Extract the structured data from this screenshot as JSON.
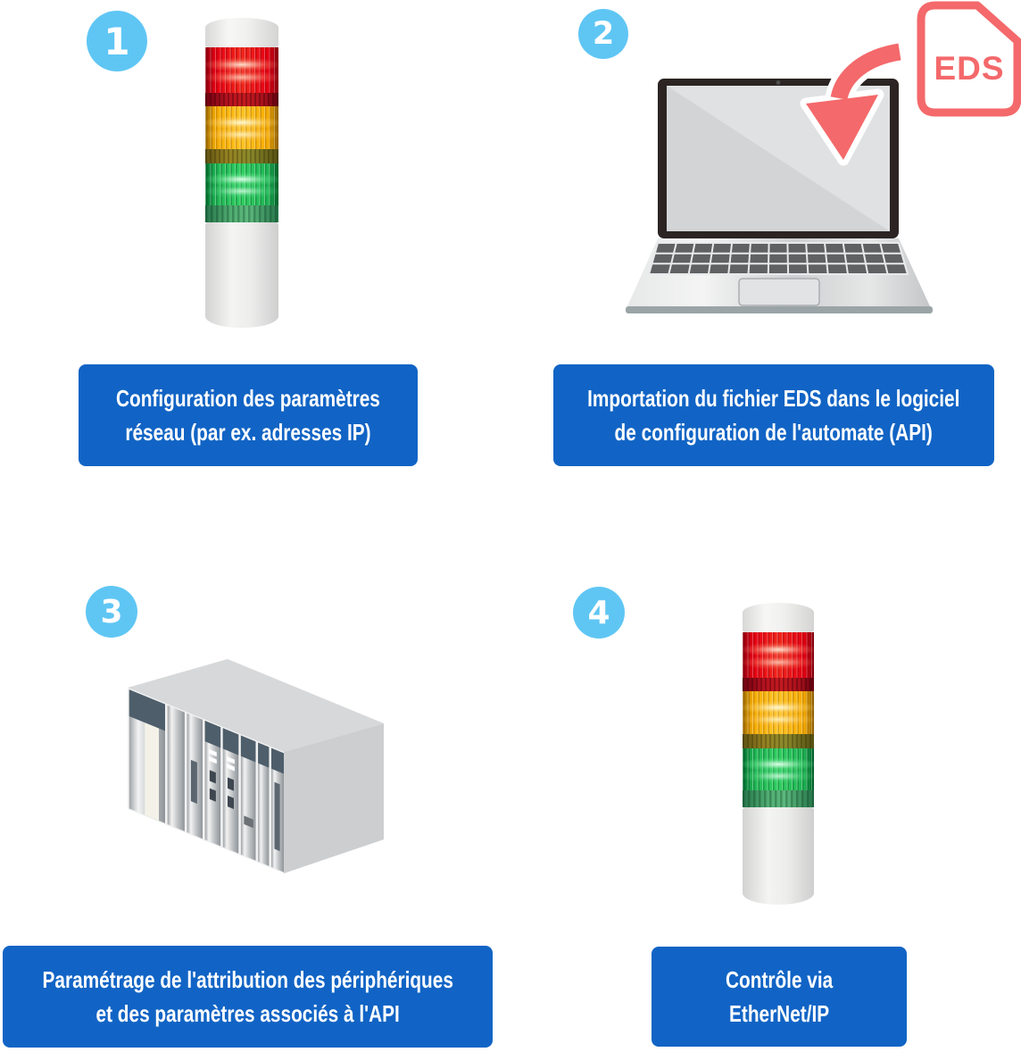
{
  "steps": [
    {
      "number": "1",
      "caption_line1": "Configuration des paramètres",
      "caption_line2": "réseau (par ex. adresses IP)",
      "icon": "signal-tower"
    },
    {
      "number": "2",
      "caption_line1": "Importation du fichier EDS dans le logiciel",
      "caption_line2": "de configuration de l'automate (API)",
      "icon": "laptop-with-eds-file-and-arrow"
    },
    {
      "number": "3",
      "caption_line1": "Paramétrage de l'attribution des périphériques",
      "caption_line2": "et des paramètres associés à l'API",
      "icon": "plc-rack"
    },
    {
      "number": "4",
      "caption_line1": "Contrôle via",
      "caption_line2": "EtherNet/IP",
      "icon": "signal-tower"
    }
  ],
  "eds_file": {
    "label": "EDS"
  },
  "colors": {
    "caption_bg": "#1164c5",
    "badge": "#5fc6f4",
    "coral": "#f4696b",
    "tower_red": "#e60012",
    "tower_amber": "#f6ab00",
    "tower_green": "#1fb554"
  }
}
